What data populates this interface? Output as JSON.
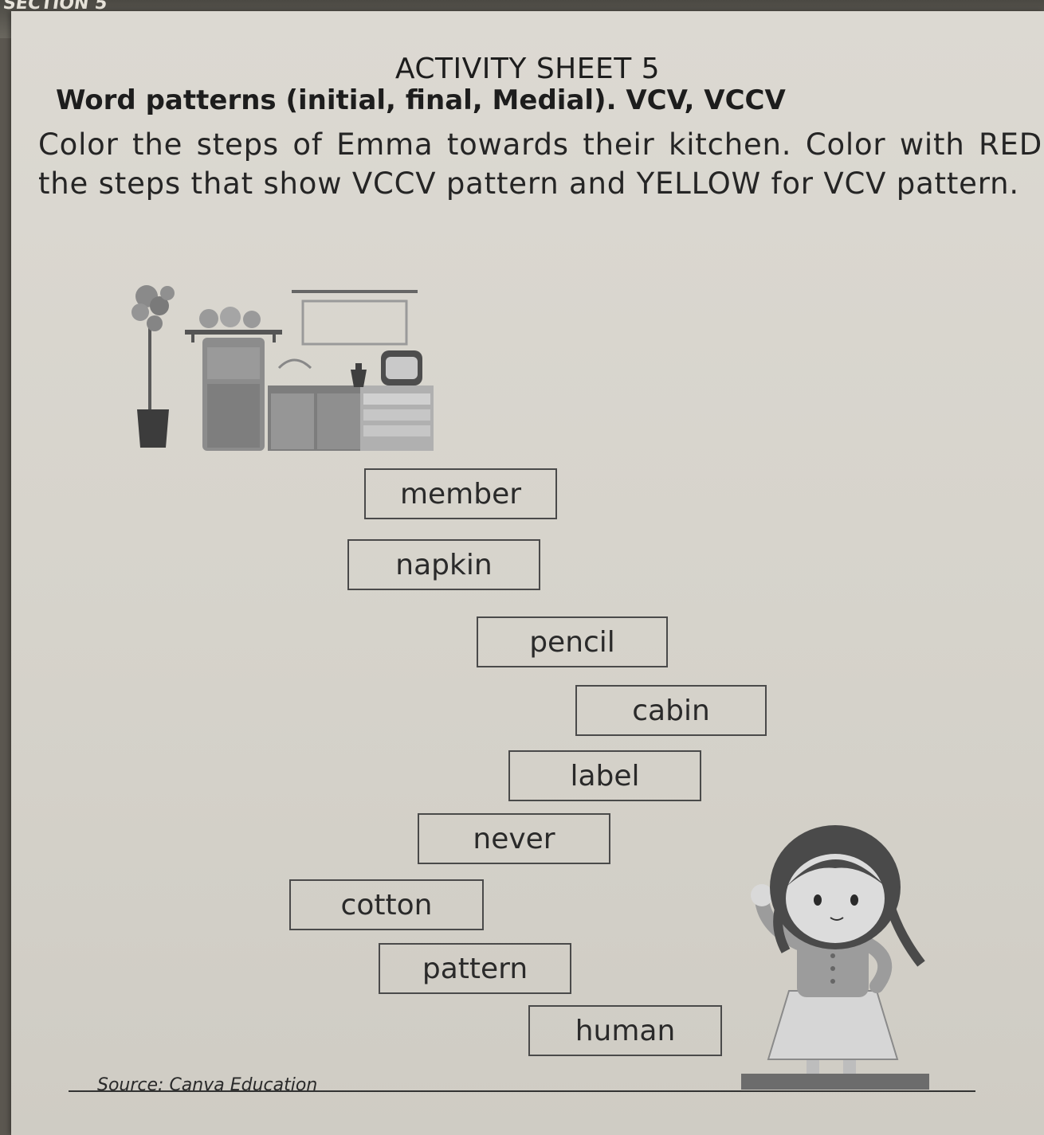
{
  "header_strip_text": "SECTION 5",
  "title": "ACTIVITY SHEET 5",
  "subtitle": "Word patterns (initial, final, Medial). VCV, VCCV",
  "instructions": "Color the steps of Emma towards their kitchen. Color with RED the steps that show VCCV pattern and YELLOW for VCV pattern.",
  "steps": [
    {
      "word": "member"
    },
    {
      "word": "napkin"
    },
    {
      "word": "pencil"
    },
    {
      "word": "cabin"
    },
    {
      "word": "label"
    },
    {
      "word": "never"
    },
    {
      "word": "cotton"
    },
    {
      "word": "pattern"
    },
    {
      "word": "human"
    }
  ],
  "source": "Source: Canva Education",
  "illustrations": {
    "kitchen": "kitchen-illustration",
    "girl": "girl-emma-illustration"
  }
}
